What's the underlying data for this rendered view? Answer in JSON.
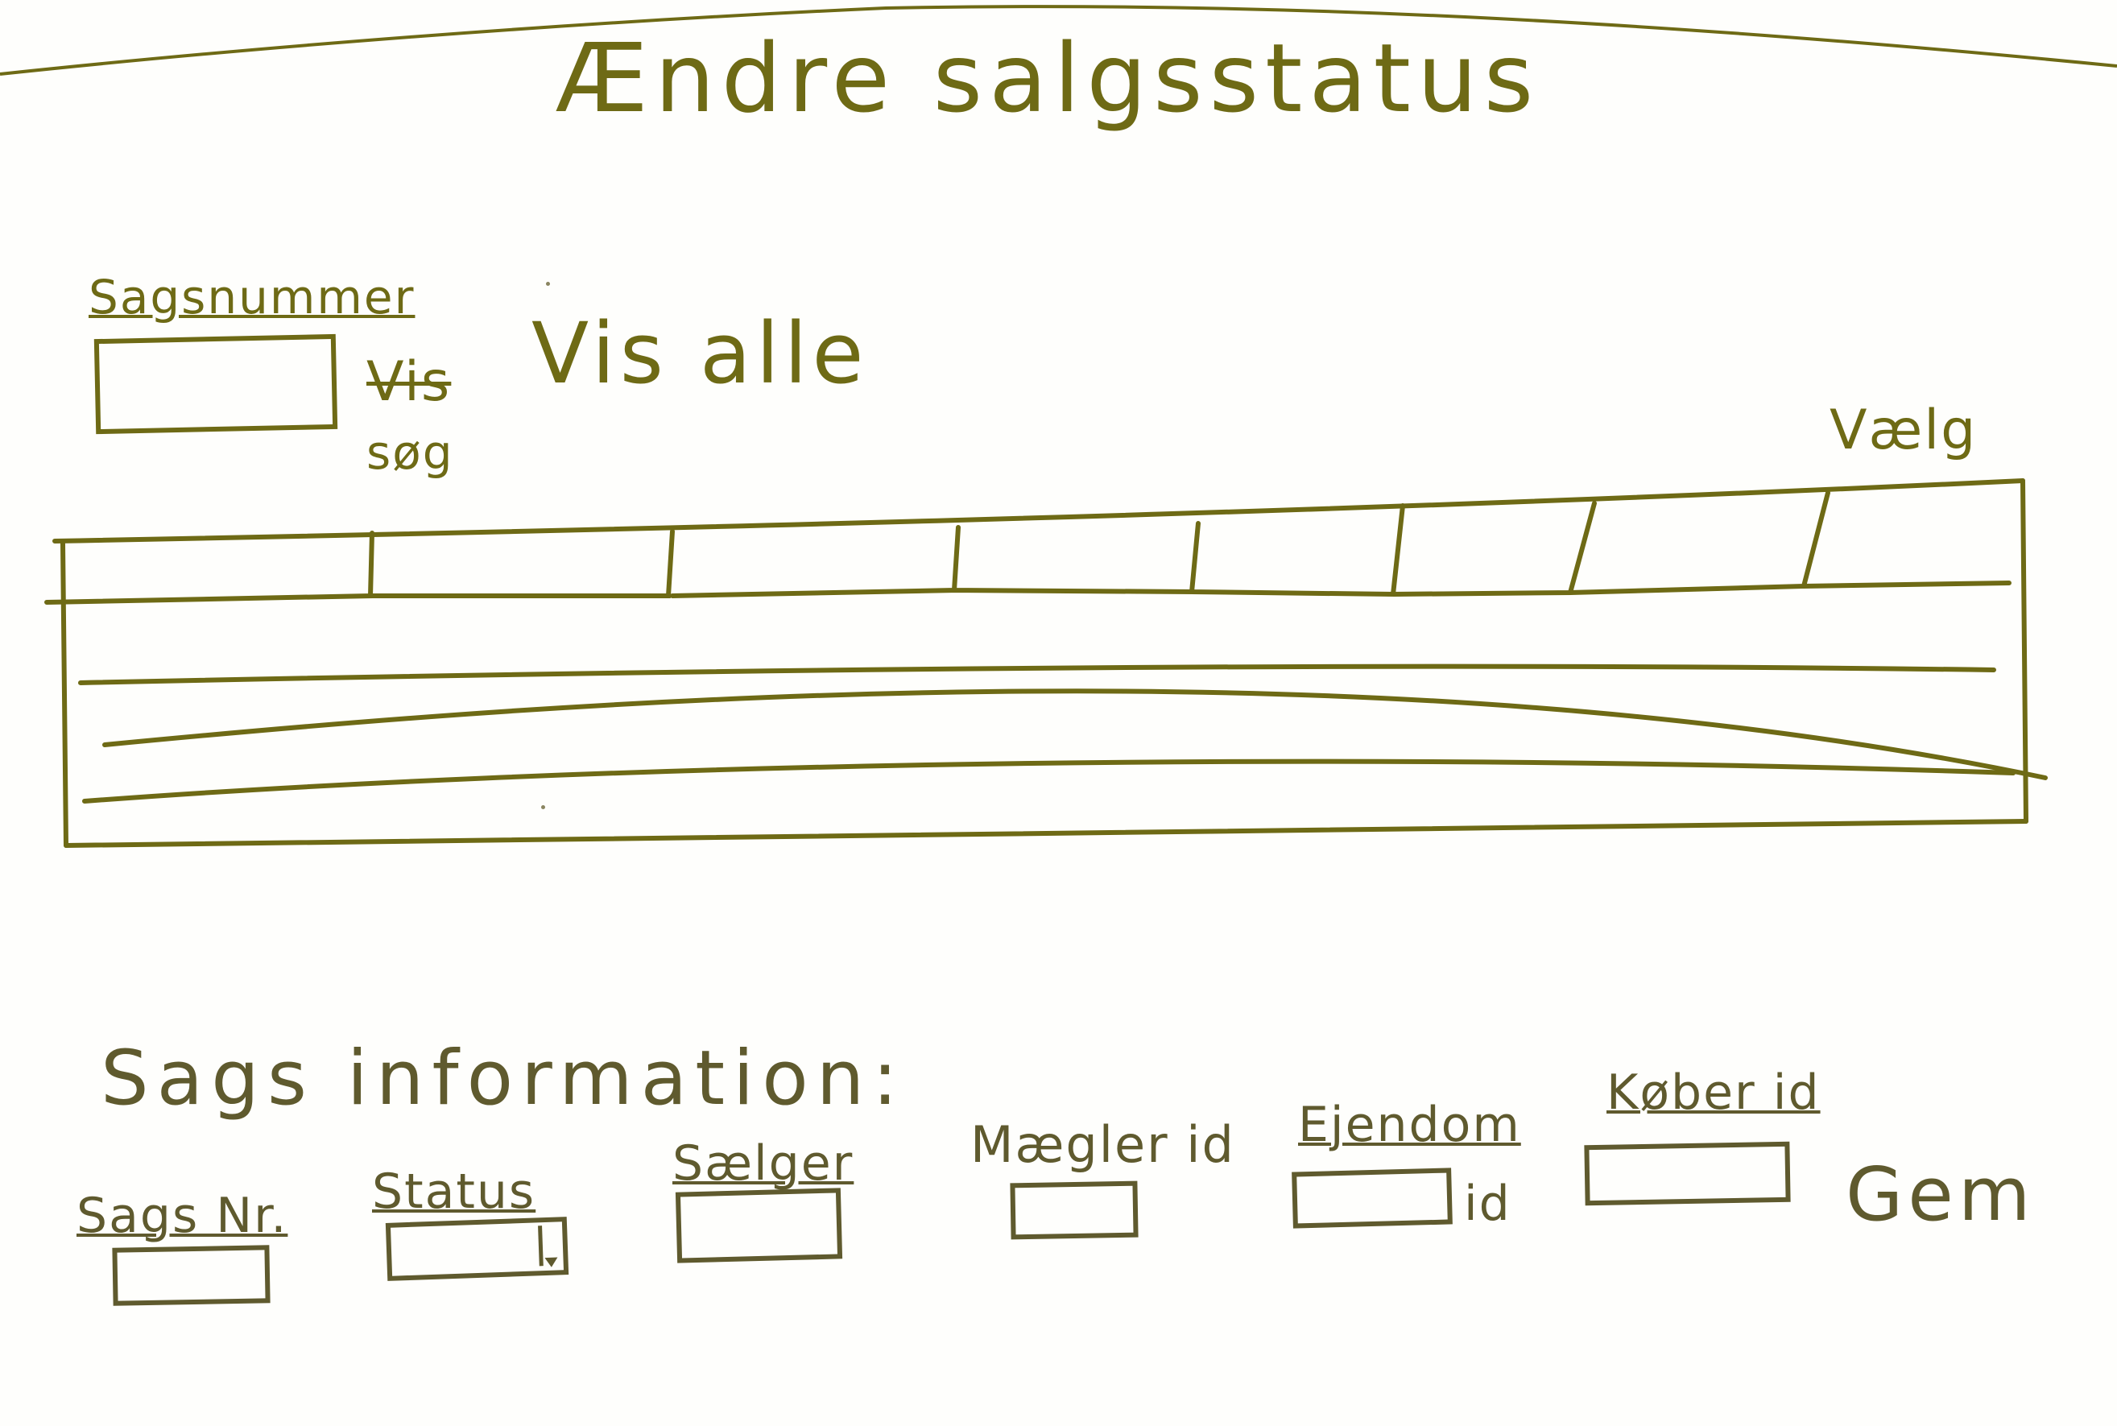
{
  "header": {
    "title": "Ændre salgsstatus"
  },
  "search": {
    "case_number_label": "Sagsnummer",
    "search_button_crossed_text": "Vis",
    "search_button_label": "søg",
    "show_all_button_label": "Vis alle"
  },
  "table": {
    "select_column_label": "Vælg",
    "column_count": 8,
    "row_count": 3
  },
  "case_info": {
    "heading": "Sags information:",
    "fields": {
      "case_nr_label": "Sags Nr.",
      "status_label": "Status",
      "seller_label": "Sælger",
      "broker_id_label": "Mægler id",
      "property_id_label": "Ejendom",
      "property_id_suffix": "id",
      "buyer_id_label": "Køber id"
    },
    "save_button_label": "Gem"
  },
  "colors": {
    "ink": "#6e6a15",
    "ink_dark": "#5f5a2e",
    "paper": "#fefefc"
  }
}
